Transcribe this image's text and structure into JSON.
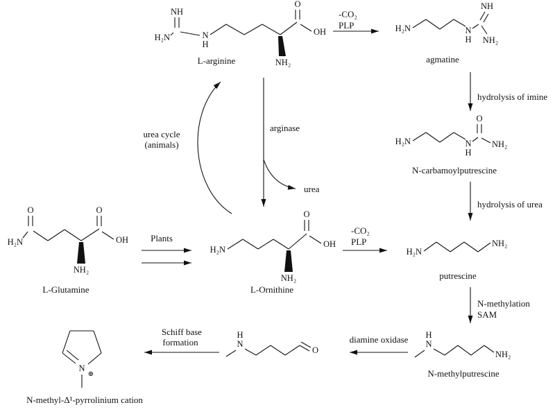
{
  "compounds": {
    "l_arginine": "L-arginine",
    "agmatine": "agmatine",
    "n_carbamoylputrescine": "N-carbamoylputrescine",
    "putrescine": "putrescine",
    "n_methylputrescine": "N-methylputrescine",
    "l_glutamine": "L-Glutamine",
    "l_ornithine": "L-Ornithine",
    "pyrrolinium": "N-methyl-Δ¹-pyrrolinium cation"
  },
  "atoms": {
    "l_arginine": {
      "nh": "NH",
      "h2n": "H₂N",
      "n": "N",
      "h": "H",
      "o": "O",
      "oh": "OH",
      "nh2": "NH₂"
    },
    "agmatine": {
      "h2n": "H₂N",
      "n": "N",
      "h": "H",
      "nh": "NH",
      "nh2": "NH₂"
    },
    "n_carbamoylputrescine": {
      "h2n": "H₂N",
      "n": "N",
      "h": "H",
      "o": "O",
      "nh2": "NH₂"
    },
    "putrescine": {
      "h2n": "H₂N",
      "nh2": "NH₂"
    },
    "n_methylputrescine": {
      "h": "H",
      "n": "N",
      "nh2": "NH₂"
    },
    "methylaminobutanal": {
      "h": "H",
      "n": "N",
      "o": "O"
    },
    "pyrrolinium": {
      "n": "N",
      "charge": "⊕"
    },
    "l_glutamine": {
      "o_amide": "O",
      "h2n": "H₂N",
      "o_acid": "O",
      "oh": "OH",
      "nh2": "NH₂"
    },
    "l_ornithine": {
      "h2n": "H₂N",
      "o": "O",
      "oh": "OH",
      "nh2": "NH₂"
    }
  },
  "reactions": {
    "arginine_to_agmatine_l1": "-CO₂",
    "arginine_to_agmatine_l2": "PLP",
    "agmatine_to_carbamoyl": "hydrolysis of imine",
    "carbamoyl_to_putrescine": "hydrolysis of urea",
    "putrescine_to_methylputrescine_l1": "N-methylation",
    "putrescine_to_methylputrescine_l2": "SAM",
    "methylputrescine_to_aldehyde": "diamine oxidase",
    "aldehyde_to_pyrrolinium_l1": "Schiff base",
    "aldehyde_to_pyrrolinium_l2": "formation",
    "glutamine_to_ornithine": "Plants",
    "arginine_to_ornithine": "arginase",
    "urea": "urea",
    "urea_cycle_l1": "urea cycle",
    "urea_cycle_l2": "(animals)",
    "ornithine_to_putrescine_l1": "-CO₂",
    "ornithine_to_putrescine_l2": "PLP"
  }
}
